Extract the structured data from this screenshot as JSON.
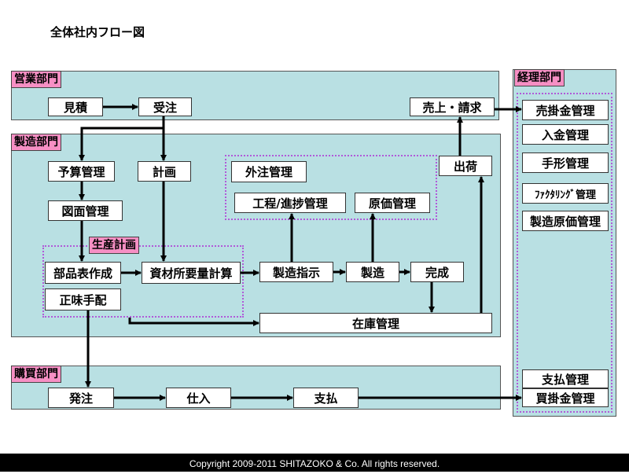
{
  "title": "全体社内フロー図",
  "departments": {
    "sales": {
      "label": "営業部門",
      "boxes": {
        "estimate": "見積",
        "order_received": "受注",
        "sales_billing": "売上・請求"
      }
    },
    "manufacturing": {
      "label": "製造部門",
      "boxes": {
        "budget": "予算管理",
        "plan": "計画",
        "drawing": "図面管理",
        "outsourcing": "外注管理",
        "process_progress": "工程/進捗管理",
        "cost": "原価管理",
        "shipping": "出荷",
        "bom": "部品表作成",
        "mrp": "資材所要量計算",
        "net_requirement": "正味手配",
        "mfg_instruction": "製造指示",
        "manufacture": "製造",
        "completion": "完成",
        "inventory": "在庫管理"
      },
      "production_plan_label": "生産計画"
    },
    "purchasing": {
      "label": "購買部門",
      "boxes": {
        "purchase_order": "発注",
        "purchase": "仕入",
        "payment": "支払"
      }
    },
    "accounting": {
      "label": "経理部門",
      "boxes": {
        "receivables": "売掛金管理",
        "receipts": "入金管理",
        "bills": "手形管理",
        "factoring": "ﾌｧｸﾀﾘﾝｸﾞ管理",
        "mfg_cost": "製造原価管理",
        "payment_mgmt": "支払管理",
        "payables": "買掛金管理"
      }
    }
  },
  "colors": {
    "dept_bg": "#b9e0e3",
    "dept_label_bg": "#f68fc4",
    "dotted_group": "#b05ad8"
  },
  "footer": "Copyright 2009-2011 SHITAZOKO & Co. All rights reserved."
}
